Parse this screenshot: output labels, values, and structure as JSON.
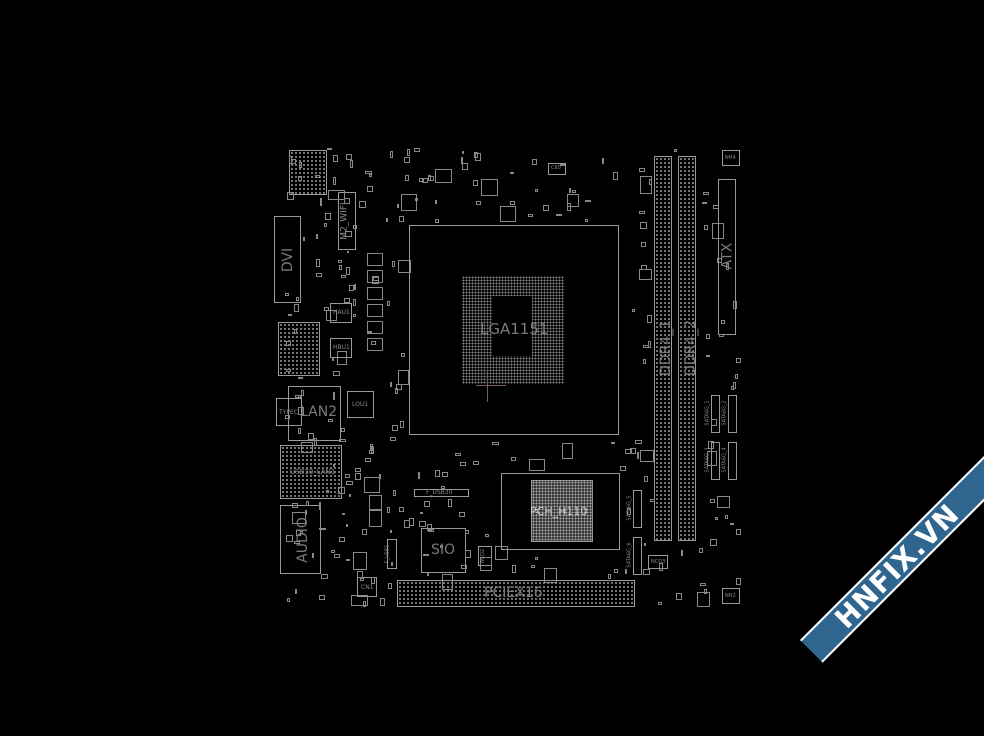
{
  "board": {
    "cpu_socket": "LGA1151",
    "dimm1": "DDR4_1",
    "dimm2": "DDR4_2",
    "atx": "ATX",
    "dvi": "DVI",
    "m2": "M2_WIFI",
    "lan2": "LAN2",
    "typec": "TYPEC",
    "usb_lan1": "USB30_LAN1",
    "audio": "AUDIO",
    "sio": "SIO",
    "pcie": "PCIEX16",
    "pch": "PCH_H110",
    "sata": [
      "SATA6G_1",
      "SATA6G_2",
      "SATA6G_3",
      "SATA6G_4",
      "SATA6G_5",
      "SATA6G_6"
    ],
    "f_usb30": "F_USB30",
    "f_usb1": "F_USB1",
    "small": {
      "hau1": "HAU1",
      "hbu1": "HBU1",
      "lou1": "LOU1",
      "nco2": "NCO2",
      "nco3": "NCO3",
      "cn1": "CN1",
      "c80": "C80",
      "nh4": "NH4",
      "nh2": "NH2"
    }
  },
  "watermark": {
    "text": "HNFIX.VN",
    "color": "#2f6690",
    "accent": "#ff2020"
  },
  "colors": {
    "background": "#000000",
    "outline": "#9a9a9a"
  }
}
